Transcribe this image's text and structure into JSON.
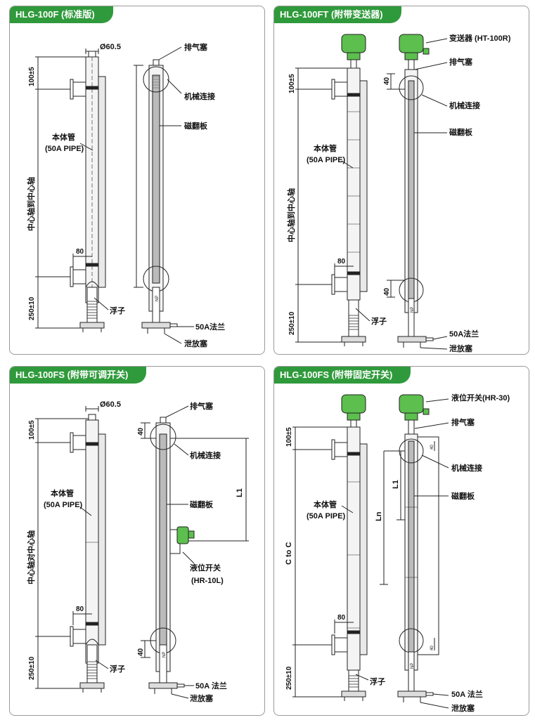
{
  "panels": [
    {
      "title": "HLG-100F (标准版)",
      "labels": {
        "dia": "Ø60.5",
        "vent": "排气塞",
        "mech": "机械连接",
        "flip": "磁翻板",
        "body1": "本体管",
        "body2": "(50A PIPE)",
        "axis": "中心轴到中心轴",
        "top_tol": "100±5",
        "bot_tol": "250±10",
        "w80": "80",
        "float": "浮子",
        "flange": "50A法兰",
        "drain": "泄放塞",
        "np": "NP"
      }
    },
    {
      "title": "HLG-100FT (附带变送器)",
      "labels": {
        "transmitter": "变送器 (HT-100R)",
        "vent": "排气塞",
        "mech": "机械连接",
        "flip": "磁翻板",
        "body1": "本体管",
        "body2": "(50A PIPE)",
        "axis": "中心轴到中心轴",
        "top_tol": "100±5",
        "bot_tol": "250±10",
        "d40a": "40",
        "d40b": "40",
        "w80": "80",
        "float": "浮子",
        "flange": "50A法兰",
        "drain": "泄放塞",
        "np": "NP"
      }
    },
    {
      "title": "HLG-100FS (附带可调开关)",
      "labels": {
        "dia": "Ø60.5",
        "vent": "排气塞",
        "mech": "机械连接",
        "flip": "磁翻板",
        "body1": "本体管",
        "body2": "(50A PIPE)",
        "axis": "中心轴对中心轴",
        "top_tol": "100±5",
        "bot_tol": "250±10",
        "d40a": "40",
        "d40b": "40",
        "l1": "L1",
        "sw1": "液位开关",
        "sw2": "(HR-10L)",
        "w80": "80",
        "float": "浮子",
        "flange": "50A 法兰",
        "drain": "泄放塞",
        "np": "NP"
      }
    },
    {
      "title": "HLG-100FS (附带固定开关)",
      "labels": {
        "switch": "液位开关(HR-30)",
        "vent": "排气塞",
        "mech": "机械连接",
        "flip": "磁翻板",
        "body1": "本体管",
        "body2": "(50A PIPE)",
        "axis": "C to C",
        "top_tol": "100±5",
        "bot_tol": "250±10",
        "l1": "L1",
        "ln": "Ln",
        "d40a": "40",
        "d40b": "40",
        "w80": "80",
        "float": "浮子",
        "flange": "50A 法兰",
        "drain": "泄放塞",
        "np": "NP"
      }
    }
  ],
  "colors": {
    "accent": "#2f9a3b",
    "head": "#5cbf4e",
    "line": "#222222"
  }
}
